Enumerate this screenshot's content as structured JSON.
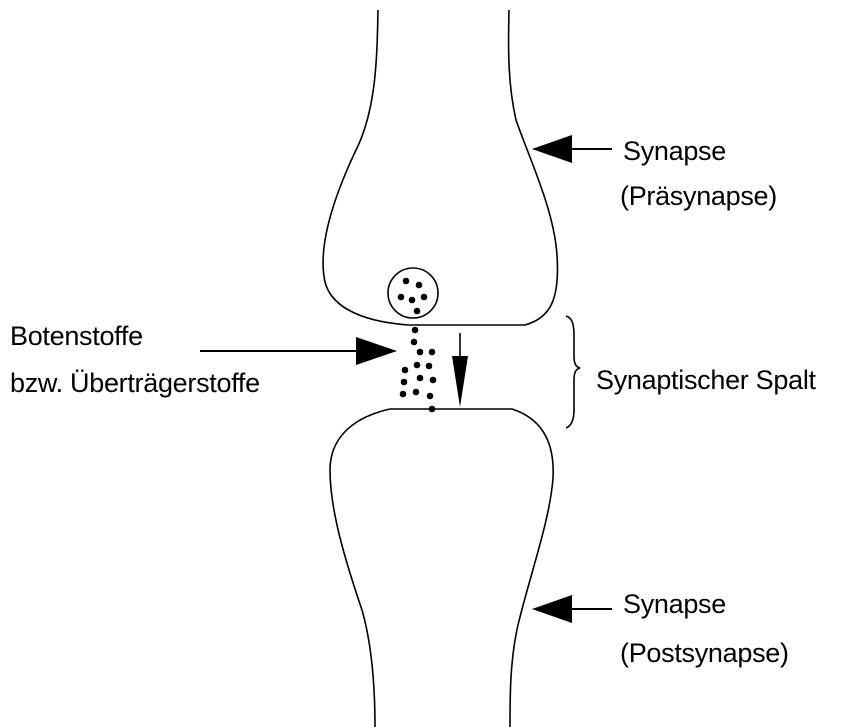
{
  "labels": {
    "presynapse_line1": "Synapse",
    "presynapse_line2": "(Präsynapse)",
    "postsynapse_line1": "Synapse",
    "postsynapse_line2": "(Postsynapse)",
    "neurotransmitter_line1": "Botenstoffe",
    "neurotransmitter_line2": "bzw. Überträgerstoffe",
    "synaptic_cleft": "Synaptischer Spalt"
  },
  "colors": {
    "ink": "#000000",
    "background": "#ffffff"
  }
}
